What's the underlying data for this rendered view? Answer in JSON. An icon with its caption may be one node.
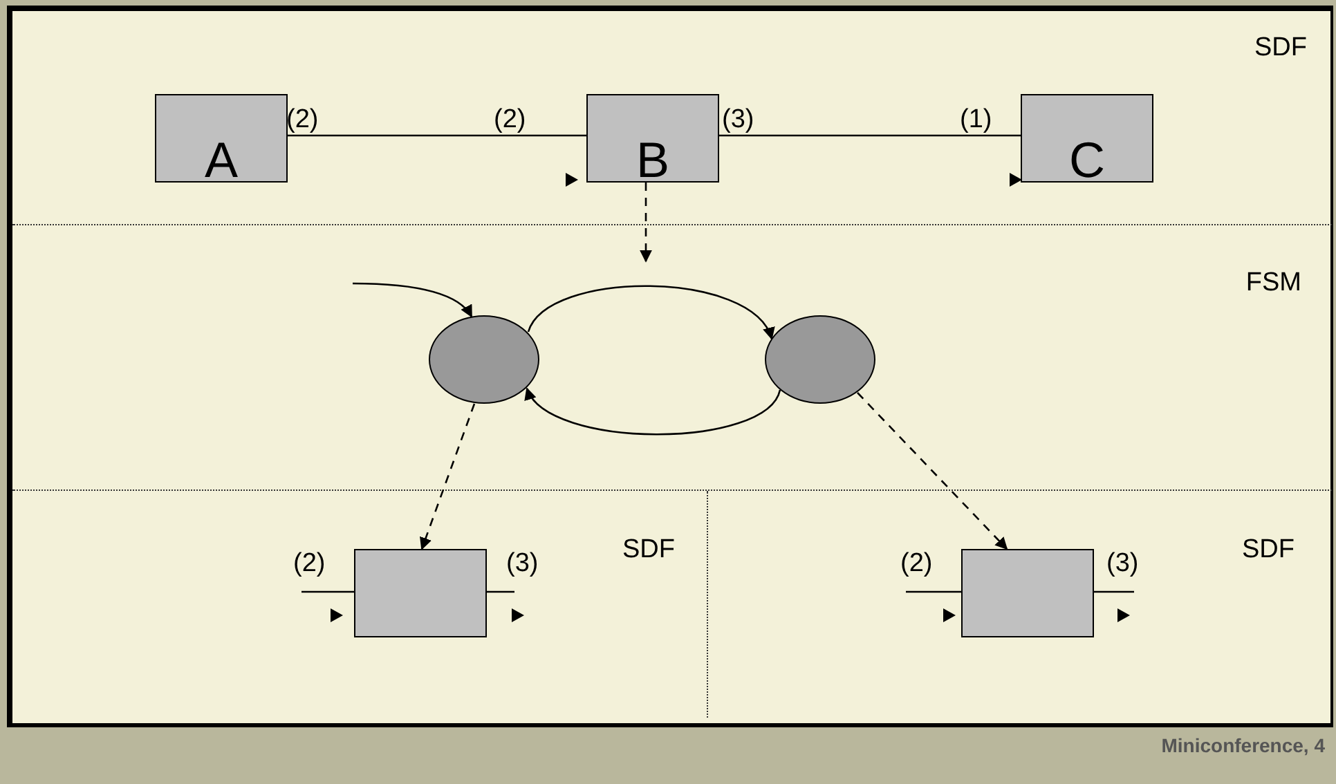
{
  "diagram": {
    "nodes": [
      {
        "text": [
          "SDF"
        ]
      },
      {
        "text": [
          "FSM"
        ]
      },
      {
        "text": [
          "SDF"
        ]
      },
      {
        "text": [
          "SDF"
        ]
      },
      {
        "text": [
          "A"
        ],
        "in": 0
      },
      {
        "text": [
          "B"
        ],
        "in": 0
      },
      {
        "text": [
          "C"
        ],
        "in": 0
      },
      {
        "text": [],
        "shape": "circle",
        "in": 1
      },
      {
        "text": [],
        "shape": "circle",
        "in": 1
      },
      {
        "text": [],
        "shape": "box",
        "in": 2
      },
      {
        "text": [],
        "shape": "box",
        "in": 3
      }
    ],
    "edges": [
      {
        "from": 4,
        "to": 5,
        "arrow": "none"
      },
      {
        "from": 5,
        "to": 6,
        "arrow": "none"
      },
      {
        "from": 5,
        "to": 1,
        "arrow": "to",
        "style": "dashed"
      },
      {
        "from": null,
        "to": 7,
        "arrow": "to"
      },
      {
        "from": 7,
        "to": 8,
        "arrow": "to"
      },
      {
        "from": 8,
        "to": 7,
        "arrow": "to"
      },
      {
        "from": 7,
        "to": 9,
        "arrow": "to",
        "style": "dashed"
      },
      {
        "from": 8,
        "to": 10,
        "arrow": "to",
        "style": "dashed"
      },
      {
        "from": null,
        "to": 9,
        "arrow": "none"
      },
      {
        "from": 9,
        "to": null,
        "arrow": "none"
      },
      {
        "from": null,
        "to": 10,
        "arrow": "none"
      },
      {
        "from": 10,
        "to": null,
        "arrow": "none"
      }
    ],
    "labels": [
      "(2)",
      "(2)",
      "(3)",
      "(1)",
      "(2)",
      "(3)",
      "(2)",
      "(3)",
      "Miniconference, 4"
    ]
  }
}
